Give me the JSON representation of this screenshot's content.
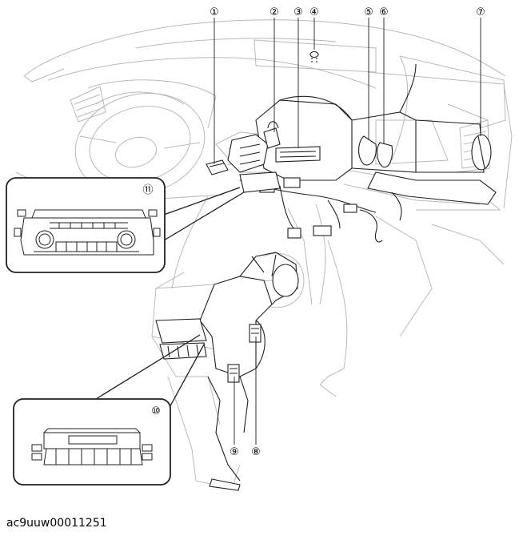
{
  "callouts": [
    {
      "num": "1",
      "label": "①"
    },
    {
      "num": "2",
      "label": "②"
    },
    {
      "num": "3",
      "label": "③"
    },
    {
      "num": "4",
      "label": "④"
    },
    {
      "num": "5",
      "label": "⑤"
    },
    {
      "num": "6",
      "label": "⑥"
    },
    {
      "num": "7",
      "label": "⑦"
    },
    {
      "num": "8",
      "label": "⑧"
    },
    {
      "num": "9",
      "label": "⑨"
    },
    {
      "num": "10",
      "label": "⑩"
    },
    {
      "num": "11",
      "label": "⑪"
    }
  ],
  "reference_id": "ac9uuw00011251"
}
